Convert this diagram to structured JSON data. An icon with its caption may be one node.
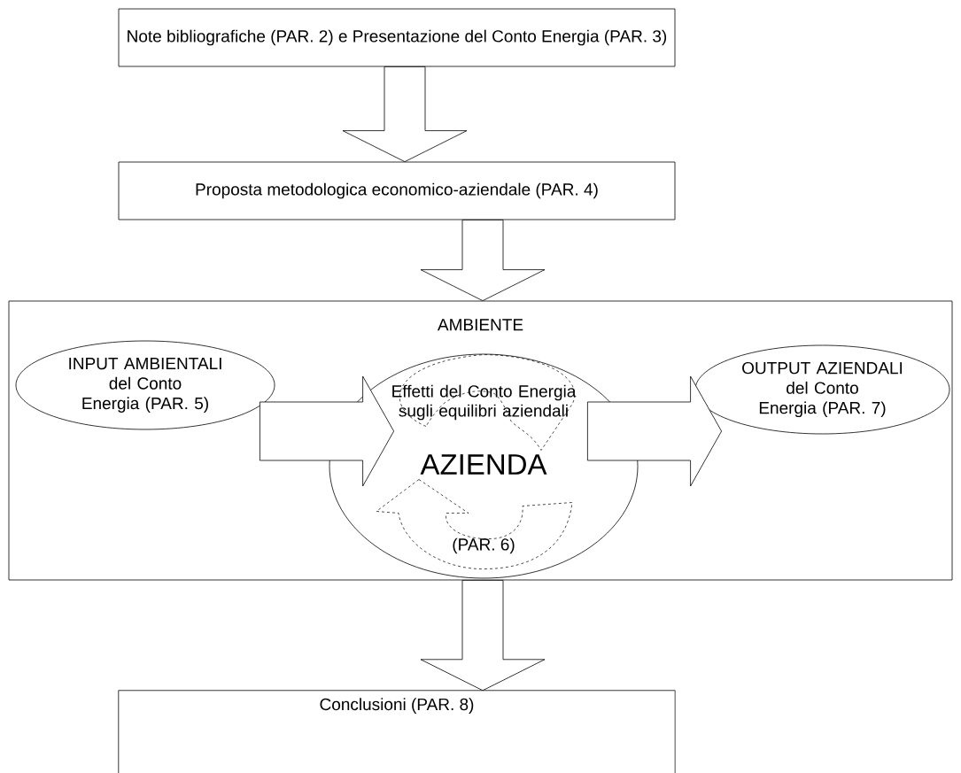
{
  "diagram": {
    "nodes": [
      {
        "text": [
          "Note bibliografiche (PAR. 2) e Presentazione del Conto Energia (PAR. 3)"
        ]
      },
      {
        "text": [
          "Proposta metodologica economico-aziendale (PAR. 4)"
        ]
      },
      {
        "text": [
          "AMBIENTE"
        ]
      },
      {
        "text": [
          "INPUT AMBIENTALI del Conto Energia (PAR. 5)"
        ],
        "in": 2
      },
      {
        "text": [
          "Effetti del Conto Energia sugli equilibri aziendali",
          "AZIENDA",
          "(PAR. 6)"
        ],
        "in": 2
      },
      {
        "text": [
          "OUTPUT AZIENDALI del Conto Energia (PAR. 7)"
        ],
        "in": 2
      },
      {
        "text": [
          "Conclusioni (PAR. 8)"
        ]
      }
    ],
    "edges": [
      {
        "from": 0,
        "to": 1,
        "arrow": "to"
      },
      {
        "from": 1,
        "to": 2,
        "arrow": "to"
      },
      {
        "from": 3,
        "to": 4,
        "arrow": "to"
      },
      {
        "from": 4,
        "to": 5,
        "arrow": "to"
      },
      {
        "from": 2,
        "to": 6,
        "arrow": "to"
      }
    ]
  }
}
